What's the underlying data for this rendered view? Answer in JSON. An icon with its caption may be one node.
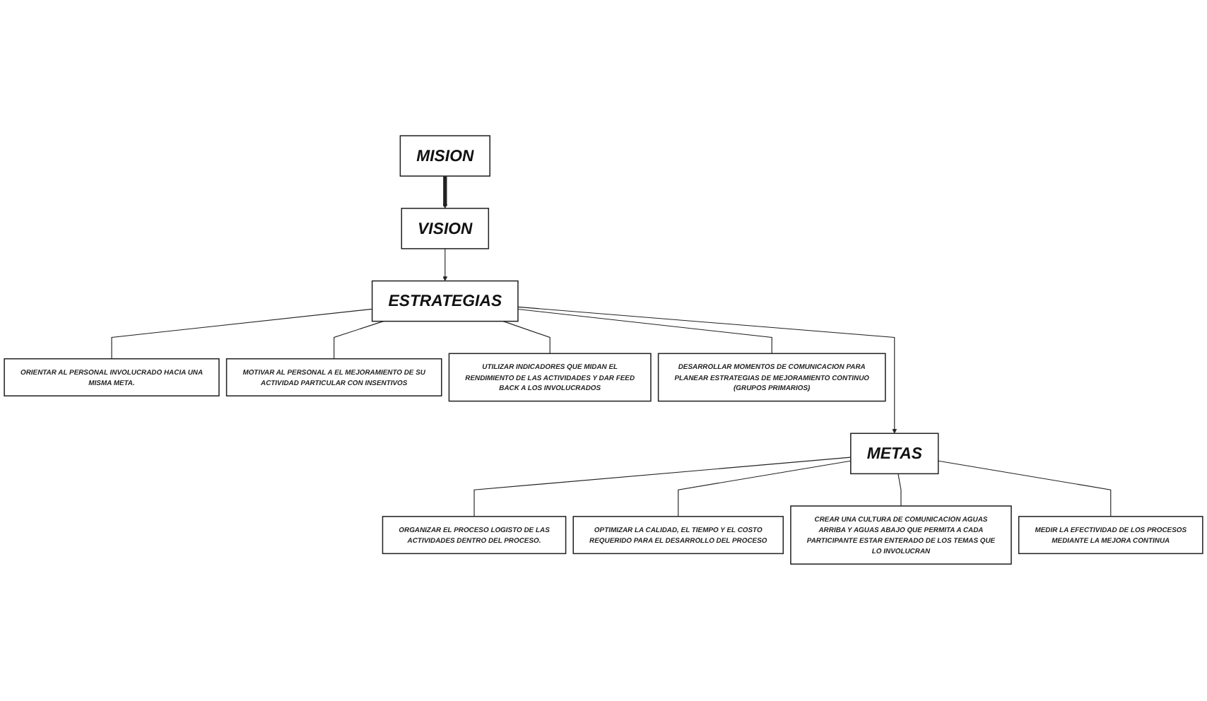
{
  "diagram": {
    "nodes": [
      {
        "text": [
          "MISION"
        ]
      },
      {
        "text": [
          "VISION"
        ]
      },
      {
        "text": [
          "ESTRATEGIAS"
        ]
      },
      {
        "text": [
          "METAS"
        ]
      },
      {
        "text": [
          "ORIENTAR AL PERSONAL INVOLUCRADO HACIA UNA MISMA META."
        ]
      },
      {
        "text": [
          "MOTIVAR AL PERSONAL A EL MEJORAMIENTO DE SU ACTIVIDAD PARTICULAR CON INSENTIVOS"
        ]
      },
      {
        "text": [
          "UTILIZAR INDICADORES QUE MIDAN EL RENDIMIENTO DE LAS ACTIVIDADES Y DAR FEED BACK A LOS INVOLUCRADOS"
        ]
      },
      {
        "text": [
          "DESARROLLAR MOMENTOS DE COMUNICACION PARA PLANEAR ESTRATEGIAS DE MEJORAMIENTO CONTINUO (GRUPOS PRIMARIOS)"
        ]
      },
      {
        "text": [
          "ORGANIZAR EL PROCESO LOGISTO DE LAS ACTIVIDADES DENTRO DEL PROCESO."
        ]
      },
      {
        "text": [
          "OPTIMIZAR LA CALIDAD, EL TIEMPO Y EL COSTO REQUERIDO PARA EL DESARROLLO DEL PROCESO"
        ]
      },
      {
        "text": [
          "CREAR UNA CULTURA DE COMUNICACION AGUAS ARRIBA Y AGUAS ABAJO QUE PERMITA A CADA PARTICIPANTE ESTAR ENTERADO DE LOS TEMAS QUE LO INVOLUCRAN"
        ]
      },
      {
        "text": [
          "MEDIR LA EFECTIVIDAD DE LOS PROCESOS MEDIANTE LA MEJORA CONTINUA"
        ]
      }
    ],
    "edges": [
      {
        "from": 0,
        "to": 1,
        "arrow": "to",
        "style": "thick"
      },
      {
        "from": 1,
        "to": 2,
        "arrow": "to"
      },
      {
        "from": 2,
        "to": 3,
        "arrow": "to"
      },
      {
        "from": 2,
        "to": 4,
        "arrow": "none"
      },
      {
        "from": 2,
        "to": 5,
        "arrow": "none"
      },
      {
        "from": 2,
        "to": 6,
        "arrow": "none"
      },
      {
        "from": 2,
        "to": 7,
        "arrow": "none"
      },
      {
        "from": 3,
        "to": 8,
        "arrow": "none"
      },
      {
        "from": 3,
        "to": 9,
        "arrow": "none"
      },
      {
        "from": 3,
        "to": 10,
        "arrow": "none"
      },
      {
        "from": 3,
        "to": 11,
        "arrow": "none"
      }
    ]
  }
}
